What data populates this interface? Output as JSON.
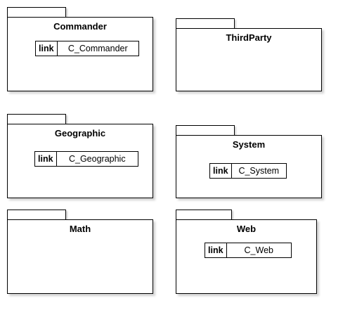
{
  "packages": [
    {
      "name": "Commander",
      "link_keyword": "link",
      "link_target": "C_Commander"
    },
    {
      "name": "ThirdParty"
    },
    {
      "name": "Geographic",
      "link_keyword": "link",
      "link_target": "C_Geographic"
    },
    {
      "name": "System",
      "link_keyword": "link",
      "link_target": "C_System"
    },
    {
      "name": "Math"
    },
    {
      "name": "Web",
      "link_keyword": "link",
      "link_target": "C_Web"
    }
  ]
}
